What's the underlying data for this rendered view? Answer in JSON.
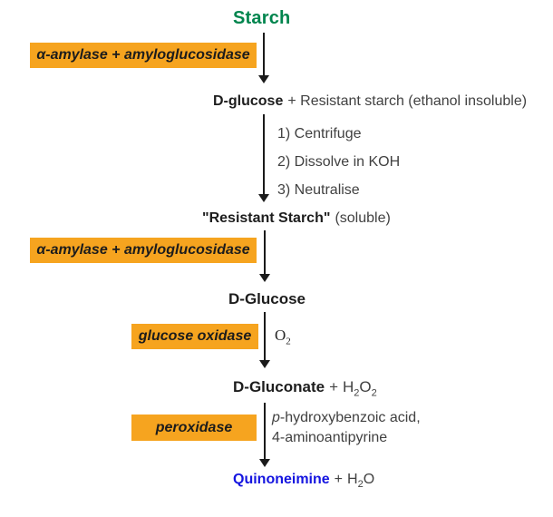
{
  "colors": {
    "title_green": "#00854e",
    "box_orange": "#f6a41f",
    "quinoneimine_blue": "#1515e0",
    "text_dark": "#1d1d1d",
    "text_body": "#414141",
    "arrow_black": "#1a1a1a"
  },
  "nodes": {
    "start": "Starch",
    "enzyme1": "α-amylase + amyloglucosidase",
    "product1_bold": "D-glucose",
    "product1_rest": "+ Resistant starch (ethanol insoluble)",
    "steps": [
      "1) Centrifuge",
      "2) Dissolve in KOH",
      "3) Neutralise"
    ],
    "product2_bold": "\"Resistant Starch\"",
    "product2_rest": "(soluble)",
    "enzyme2": "α-amylase + amyloglucosidase",
    "product3": "D-Glucose",
    "enzyme3": "glucose oxidase",
    "o2": {
      "sym1": "O",
      "sub1": "2"
    },
    "product4_bold": "D-Gluconate",
    "product4_plus": "+",
    "h2o2": {
      "sym1": "H",
      "sub1": "2",
      "sym2": "O",
      "sub2": "2"
    },
    "enzyme4": "peroxidase",
    "reagent_line1_italic": "p",
    "reagent_line1_rest": "-hydroxybenzoic acid,",
    "reagent_line2": "4-aminoantipyrine",
    "final_bold": "Quinoneimine",
    "final_plus": "+",
    "h2o": {
      "sym1": "H",
      "sub1": "2",
      "sym2": "O"
    }
  }
}
